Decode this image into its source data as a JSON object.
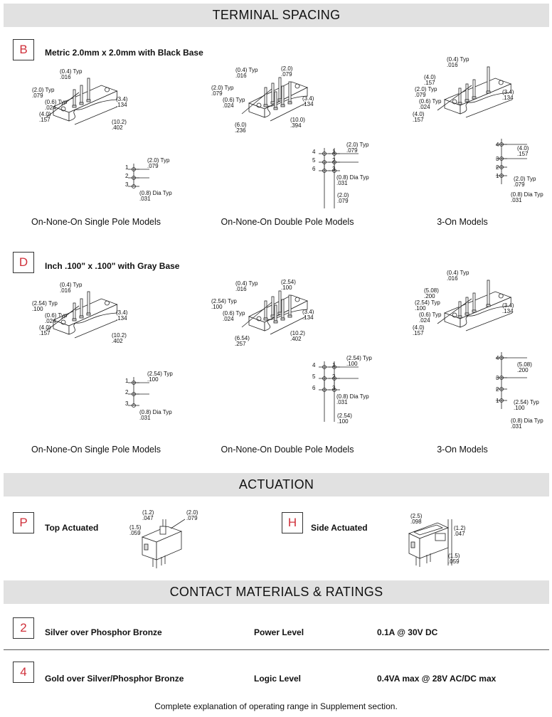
{
  "terminal_spacing": {
    "title": "TERMINAL SPACING",
    "options": [
      {
        "code": "B",
        "title": "Metric 2.0mm x 2.0mm with Black Base",
        "captions": [
          "On-None-On Single Pole Models",
          "On-None-On Double Pole Models",
          "3-On Models"
        ],
        "single_iso_dims": [
          "(0.4) Typ\n.016",
          "(2.0) Typ\n.079",
          "(0.6) Typ\n.024",
          "(4.0)\n.157",
          "(3.4)\n.134",
          "(10.2)\n.402"
        ],
        "double_iso_dims": [
          "(0.4) Typ\n.016",
          "(2.0)\n.079",
          "(2.0) Typ\n.079",
          "(0.6) Typ\n.024",
          "(3.4)\n.134",
          "(6.0)\n.236",
          "(10.0)\n.394"
        ],
        "three_iso_dims": [
          "(0.4) Typ\n.016",
          "(4.0)\n.157",
          "(2.0) Typ\n.079",
          "(0.6) Typ\n.024",
          "(4.0)\n.157",
          "(3.4)\n.134"
        ],
        "single_pin_dims": [
          "(2.0) Typ\n.079",
          "(0.8) Dia Typ\n.031"
        ],
        "double_pin_dims": [
          "(2.0) Typ\n.079",
          "(0.8) Dia Typ\n.031",
          "(2.0)\n.079"
        ],
        "three_pin_dims": [
          "(4.0)\n.157",
          "(2.0) Typ\n.079",
          "(0.8) Dia Typ\n.031"
        ]
      },
      {
        "code": "D",
        "title": "Inch .100\" x .100\" with Gray Base",
        "captions": [
          "On-None-On Single Pole Models",
          "On-None-On Double Pole Models",
          "3-On Models"
        ],
        "single_iso_dims": [
          "(0.4) Typ\n.016",
          "(2.54) Typ\n.100",
          "(0.6) Typ\n.024",
          "(4.0)\n.157",
          "(3.4)\n.134",
          "(10.2)\n.402"
        ],
        "double_iso_dims": [
          "(0.4) Typ\n.016",
          "(2.54)\n.100",
          "(2.54) Typ\n.100",
          "(0.6) Typ\n.024",
          "(3.4)\n.134",
          "(6.54)\n.257",
          "(10.2)\n.402"
        ],
        "three_iso_dims": [
          "(0.4) Typ\n.016",
          "(5.08)\n.200",
          "(2.54) Typ\n.100",
          "(0.6) Typ\n.024",
          "(4.0)\n.157",
          "(3.4)\n.134"
        ],
        "single_pin_dims": [
          "(2.54) Typ\n.100",
          "(0.8) Dia Typ\n.031"
        ],
        "double_pin_dims": [
          "(2.54) Typ\n.100",
          "(0.8) Dia Typ\n.031",
          "(2.54)\n.100"
        ],
        "three_pin_dims": [
          "(5.08)\n.200",
          "(2.54) Typ\n.100",
          "(0.8) Dia Typ\n.031"
        ]
      }
    ],
    "pin_numbers": {
      "single": [
        "1",
        "2",
        "3"
      ],
      "double": [
        "4",
        "5",
        "6",
        "1",
        "2",
        "3"
      ],
      "three": [
        "4",
        "3",
        "2",
        "1"
      ]
    }
  },
  "actuation": {
    "title": "ACTUATION",
    "options": [
      {
        "code": "P",
        "label": "Top Actuated",
        "dims": [
          "(1.2)\n.047",
          "(2.0)\n.079",
          "(1.5)\n.059"
        ]
      },
      {
        "code": "H",
        "label": "Side Actuated",
        "dims": [
          "(2.5)\n.098",
          "(1.2)\n.047",
          "(1.5)\n.059"
        ]
      }
    ]
  },
  "contacts": {
    "title": "CONTACT MATERIALS & RATINGS",
    "rows": [
      {
        "code": "2",
        "material": "Silver over Phosphor Bronze",
        "level": "Power Level",
        "rating": "0.1A @ 30V DC"
      },
      {
        "code": "4",
        "material": "Gold over Silver/Phosphor Bronze",
        "level": "Logic Level",
        "rating": "0.4VA max @ 28V AC/DC max"
      }
    ],
    "footnote": "Complete explanation of operating range in Supplement section."
  },
  "colors": {
    "accent": "#d0303a",
    "band": "#e1e1e1"
  }
}
